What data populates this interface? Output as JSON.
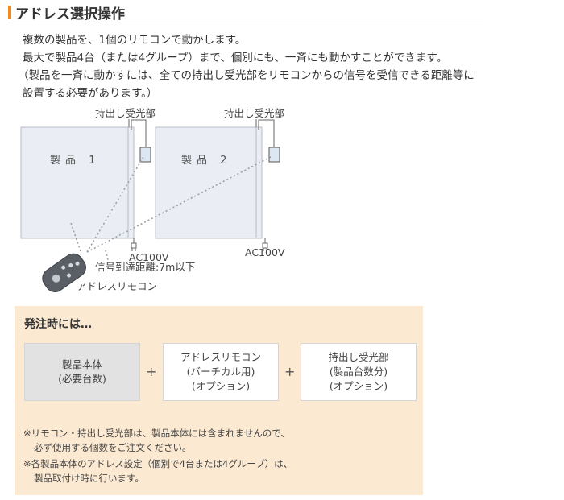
{
  "heading": "アドレス選択操作",
  "intro": [
    "複数の製品を、1個のリモコンで動かします。",
    "最大で製品4台（または4グループ）まで、個別にも、一斉にも動かすことができます。",
    "（製品を一斉に動かすには、全ての持出し受光部をリモコンからの信号を受信できる距離等に",
    "設置する必要があります。）"
  ],
  "diagram": {
    "receiver_label": "持出し受光部",
    "products": [
      "製品 1",
      "製品 2"
    ],
    "power_label": "AC100V",
    "range_label": "信号到達距離:7m以下",
    "remote_label": "アドレスリモコン"
  },
  "order": {
    "title": "発注時には…",
    "box1": [
      "製品本体",
      "(必要台数)"
    ],
    "box2": [
      "アドレスリモコン",
      "(バーチカル用)",
      "(オプション)"
    ],
    "box3": [
      "持出し受光部",
      "(製品台数分)",
      "(オプション)"
    ],
    "plus": "+",
    "notes": [
      "※リモコン・持出し受光部は、製品本体には含まれませんので、",
      "必ず使用する個数をご注文ください。",
      "※各製品本体のアドレス設定（個別で4台または4グループ）は、",
      "製品取付け時に行います。"
    ]
  },
  "colors": {
    "accent": "#f08a1c",
    "panel": "#fbe9d2",
    "product_fill": "#eaedf3",
    "gray_box": "#e2e2e2"
  }
}
